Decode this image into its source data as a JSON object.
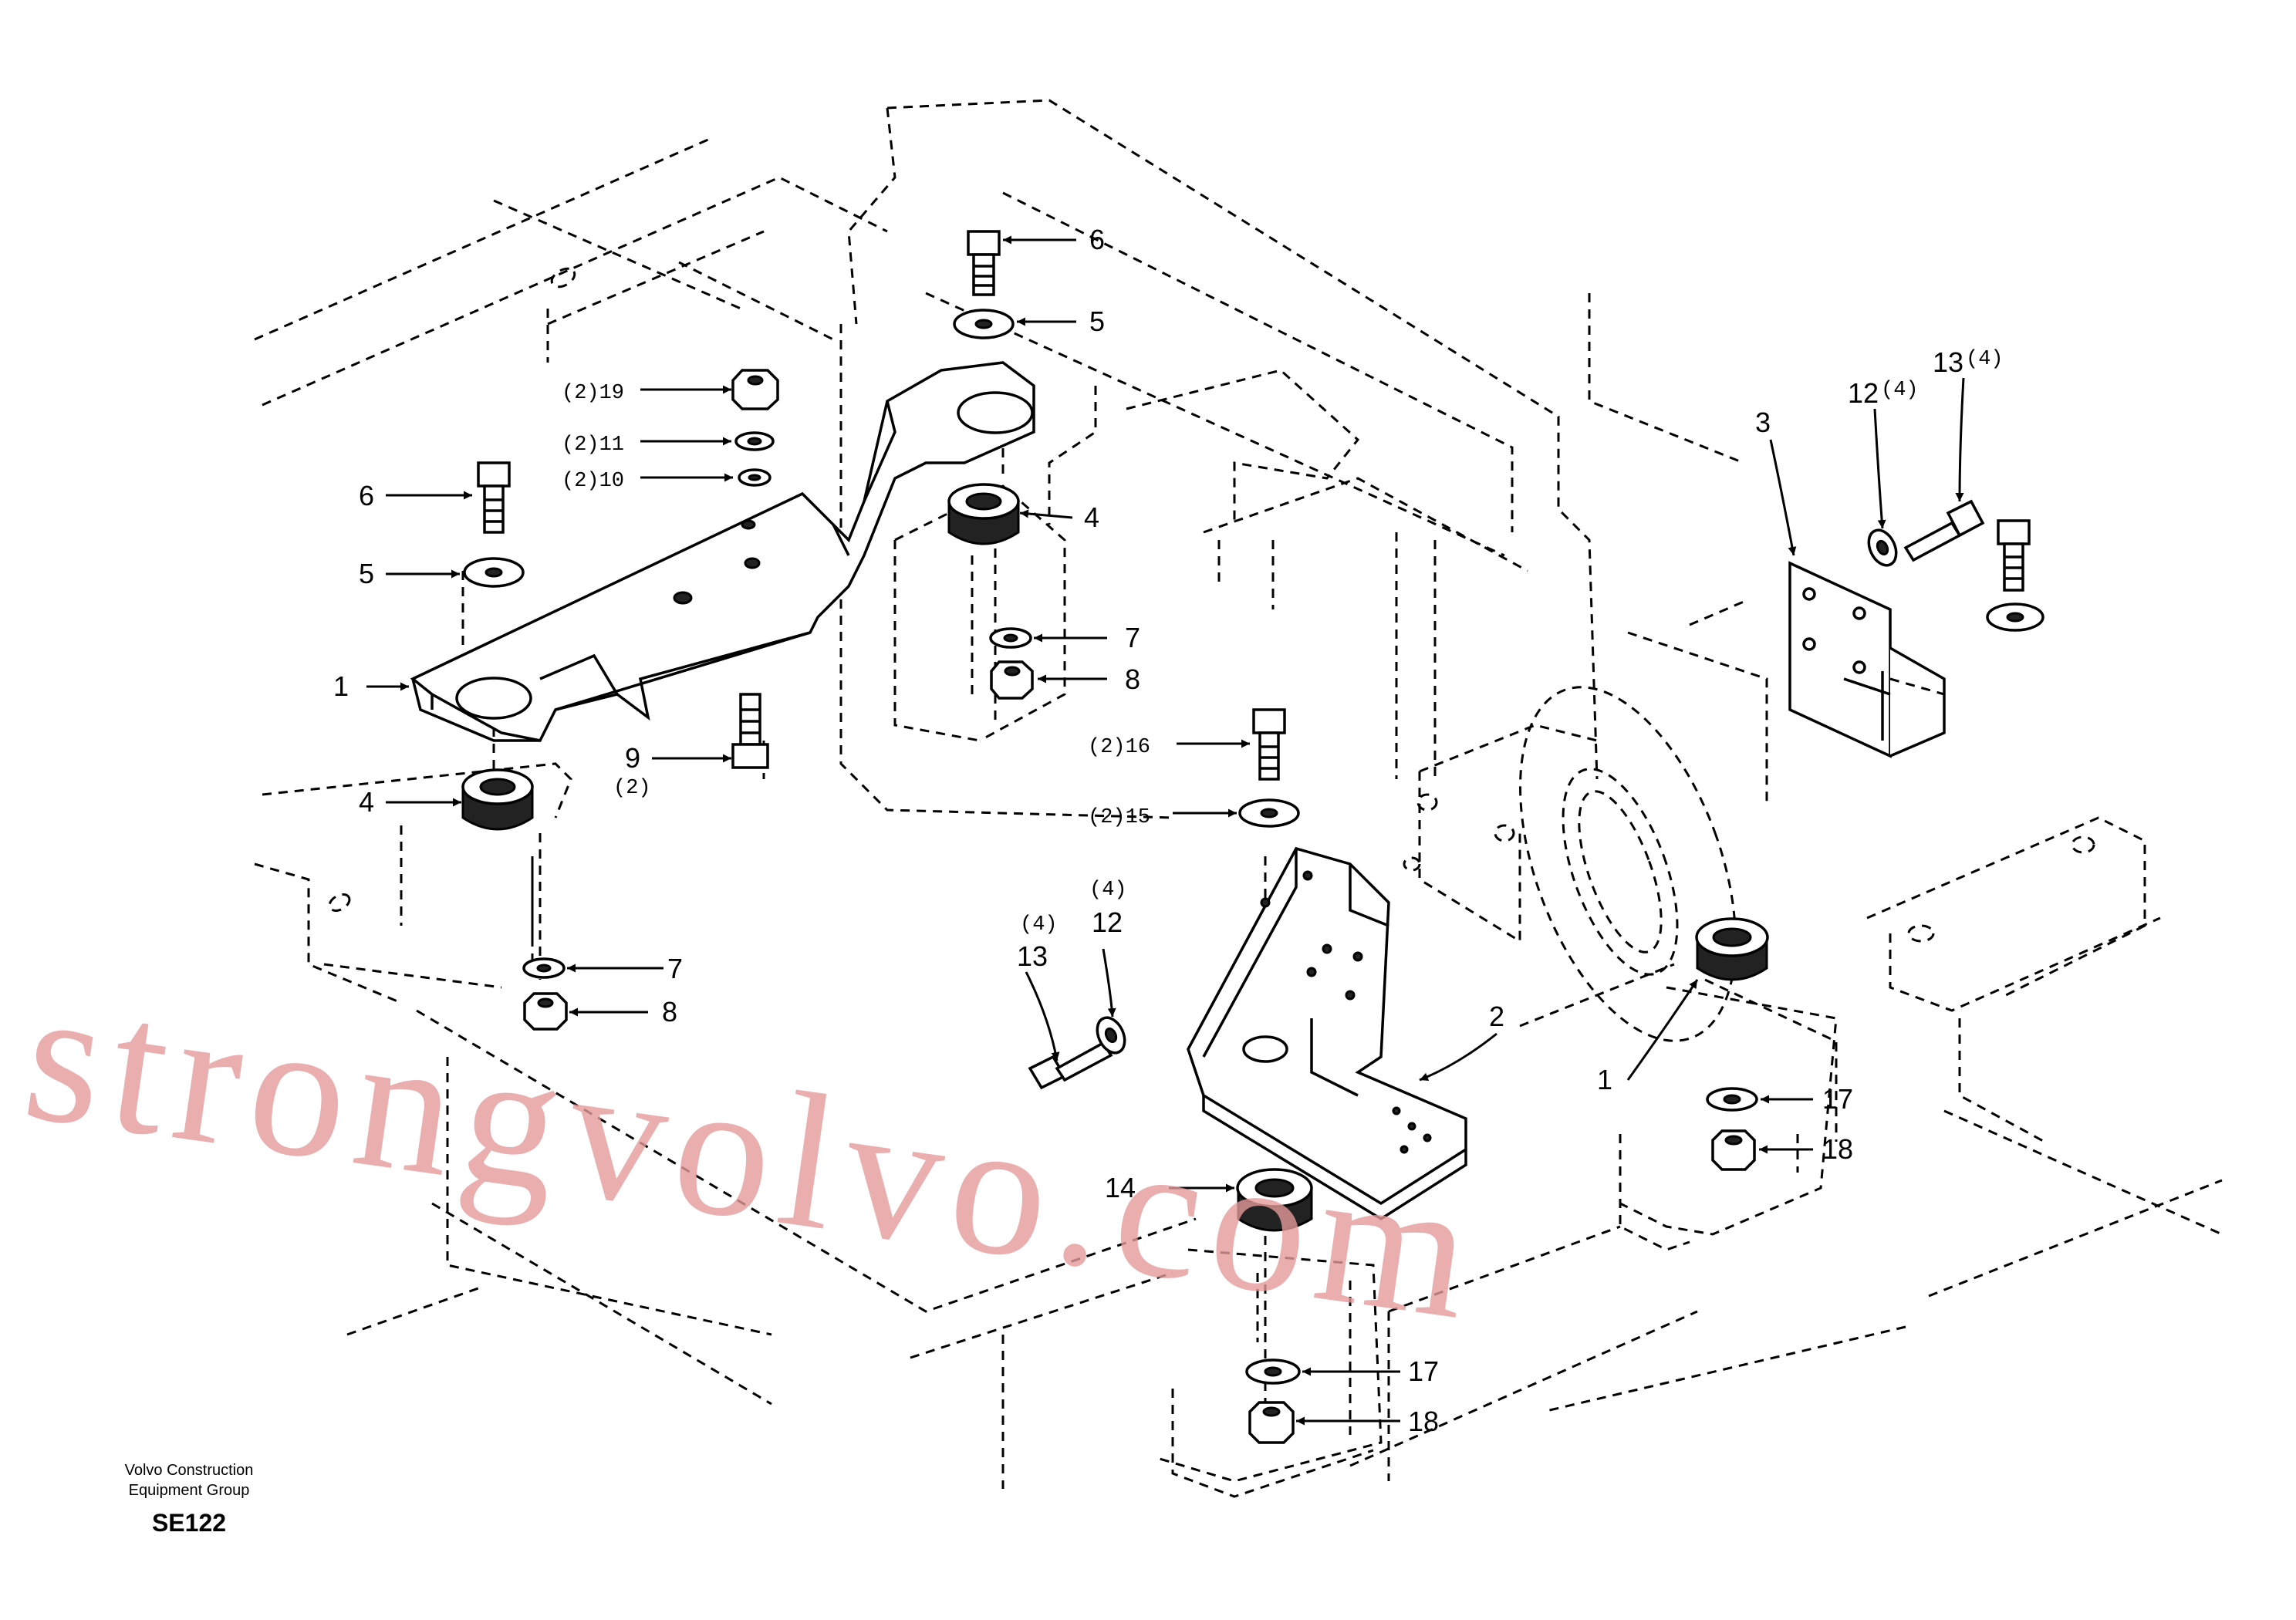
{
  "callouts": {
    "c6_top": "6",
    "c5_top": "5",
    "c4_top": "4",
    "c7_top": "7",
    "c8_top": "8",
    "c19": "(2)19",
    "c11": "(2)11",
    "c10": "(2)10",
    "c6_left": "6",
    "c5_left": "5",
    "c1_left": "1",
    "c4_left": "4",
    "c9": "9",
    "c9_qty": "(2)",
    "c7_left": "7",
    "c8_left": "8",
    "c16": "(2)16",
    "c15": "(2)15",
    "c13_mid_qty": "(4)",
    "c13_mid": "13",
    "c12_mid_qty": "(4)",
    "c12_mid": "12",
    "c2": "2",
    "c14": "14",
    "c17_bottom": "17",
    "c18_bottom": "18",
    "c3": "3",
    "c12_right": "12",
    "c12_right_qty": "(4)",
    "c13_right": "13",
    "c13_right_qty": "(4)",
    "c1_right": "1",
    "c17_right": "17",
    "c18_right": "18"
  },
  "footer": {
    "line1": "Volvo Construction",
    "line2": "Equipment Group",
    "code": "SE122"
  },
  "watermark": "strongvolvo.com"
}
